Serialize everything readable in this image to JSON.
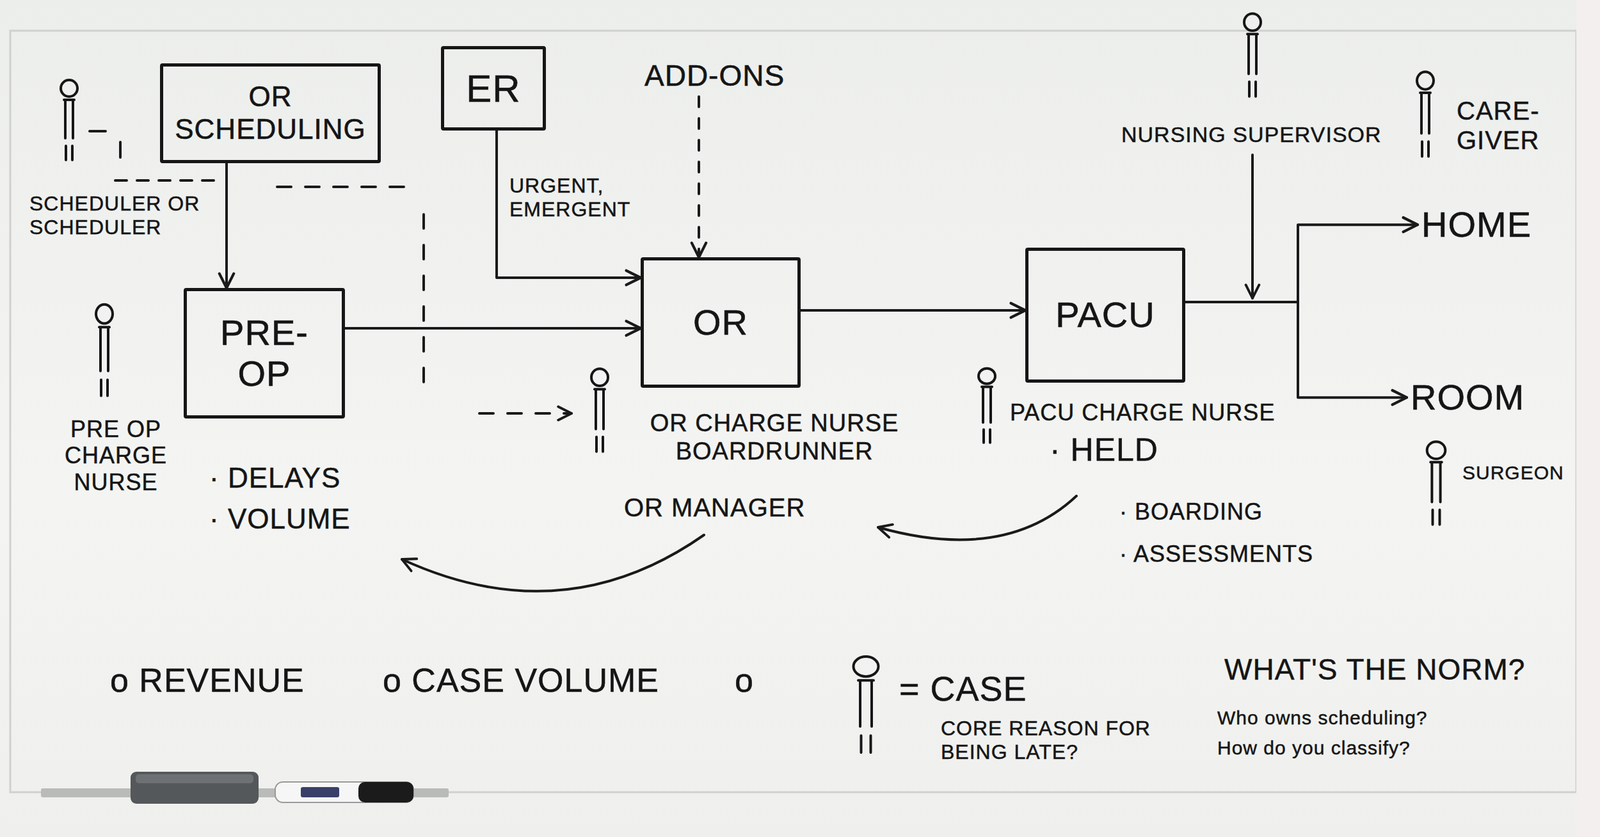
{
  "diagram": {
    "nodes": [
      {
        "text": [
          "OR SCHEDULING"
        ]
      },
      {
        "text": [
          "ER"
        ]
      },
      {
        "text": [
          "ADD-ONS"
        ]
      },
      {
        "text": [
          "HOME"
        ]
      },
      {
        "text": [
          "PRE- OP"
        ]
      },
      {
        "text": [
          "OR"
        ]
      },
      {
        "text": [
          "PACU"
        ]
      },
      {
        "text": [
          "ROOM"
        ]
      }
    ],
    "edges": [
      {
        "from": 0,
        "to": 4,
        "arrow": "to"
      },
      {
        "from": 1,
        "to": 5,
        "label": "URGENT, EMERGENT",
        "arrow": "to"
      },
      {
        "from": 2,
        "to": 5,
        "arrow": "to"
      },
      {
        "from": 4,
        "to": 5,
        "arrow": "to"
      },
      {
        "from": 5,
        "to": 6,
        "arrow": "to"
      },
      {
        "from": 6,
        "to": 3,
        "arrow": "to"
      },
      {
        "from": 6,
        "to": 7,
        "arrow": "to"
      }
    ],
    "labels": [
      "SCHEDULER OR SCHEDULER",
      "NURSING SUPERVISOR",
      "CARE- GIVER",
      "PRE OP CHARGE NURSE",
      "OR CHARGE NURSE BOARDRUNNER",
      "PACU CHARGE NURSE",
      "· HELD",
      "SURGEON",
      "· DELAYS",
      "· VOLUME",
      "OR MANAGER",
      "· BOARDING",
      "· ASSESSMENTS",
      "o REVENUE",
      "o CASE VOLUME",
      "o",
      "CORE REASON FOR BEING LATE?",
      "WHAT'S THE NORM?",
      "Who owns scheduling?",
      "How do you classify?"
    ],
    "legend": [
      {
        "text": "= CASE"
      }
    ]
  }
}
